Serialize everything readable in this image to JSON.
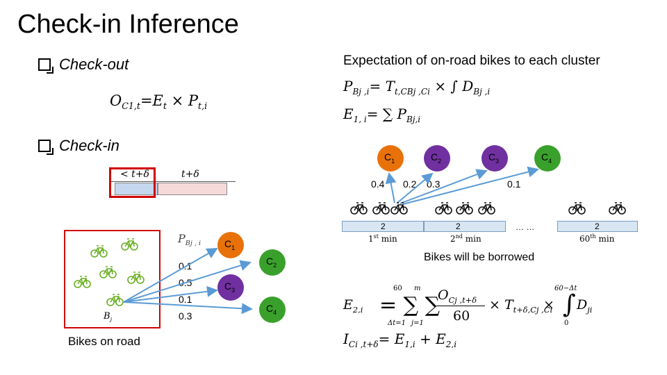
{
  "slide": {
    "title": "Check-in Inference",
    "checkout_label": "Check-out",
    "checkin_label": "Check-in",
    "checkout_formula": {
      "O": "O",
      "O_sub": "C1,t",
      "eq": "=E",
      "E_sub": "t",
      "times": " × P",
      "P_sub": "t,i"
    }
  },
  "expectation": {
    "heading": "Expectation of on-road bikes to each cluster",
    "formula1": "P",
    "formula1_sub": "Bj ,i",
    "formula1_rhs": "= T",
    "formula1_rhs_sub": "t,CBj ,Ci",
    "formula1_tail": " × ∫ D",
    "formula1_tail_sub": "Bj ,i",
    "formula2": "E",
    "formula2_sub": "1,  i",
    "formula2_rhs": "= ∑ P",
    "formula2_rhs_sub": "Bj,i"
  },
  "timeline_small": {
    "label_left": "< t+δ",
    "label_right": "t+δ"
  },
  "clusters_top": {
    "nodes": [
      {
        "label": "C",
        "sub": "1",
        "color": "#e8710a"
      },
      {
        "label": "C",
        "sub": "2",
        "color": "#7030a0"
      },
      {
        "label": "C",
        "sub": "3",
        "color": "#7030a0"
      },
      {
        "label": "C",
        "sub": "4",
        "color": "#3aa02c"
      }
    ],
    "probs": [
      "0.4",
      "0.2",
      "0.3",
      "0.1"
    ]
  },
  "minute_bar": {
    "segments": [
      {
        "count": "2",
        "label": "1",
        "sup": "st",
        "unit": " min"
      },
      {
        "count": "2",
        "label": "2",
        "sup": "nd",
        "unit": " min"
      },
      {
        "count": "2",
        "label": "60",
        "sup": "th",
        "unit": " min"
      }
    ],
    "ellipsis": "… …",
    "caption": "Bikes will be borrowed"
  },
  "road": {
    "bike_label": "B",
    "bike_sub": "j",
    "caption": "Bikes on road",
    "prob_label": "P",
    "prob_sub": "Bj , i",
    "probs": [
      "0.1",
      "0.5",
      "0.1",
      "0.3"
    ],
    "clusters": [
      {
        "label": "C",
        "sub": "1",
        "color": "#e8710a"
      },
      {
        "label": "C",
        "sub": "2",
        "color": "#7030a0"
      },
      {
        "label": "C",
        "sub": "3",
        "color": "#7030a0"
      },
      {
        "label": "C",
        "sub": "4",
        "color": "#3aa02c"
      }
    ]
  },
  "bottom_formulas": {
    "e2_lhs": "E",
    "e2_lhs_sub": "2,i",
    "e2_rhs": "= ∑ ∑",
    "e2_sum1_top": "60",
    "e2_sum1_bottom": "Δt=1",
    "e2_sum2_top": "m",
    "e2_sum2_bottom": "j=1",
    "e2_num": "O",
    "e2_num_sub": "Cj ,t+δ",
    "e2_den": "60",
    "e2_times": "× T",
    "e2_times_sub": "t+δ,Cj ,Ci",
    "e2_times2": "×",
    "e2_int_top": "60−Δt",
    "e2_int_bottom": "0",
    "e2_D": "D",
    "e2_D_sub": "ji",
    "i_lhs": "I",
    "i_lhs_sub": "Ci ,t+δ",
    "i_rhs": "= E",
    "i_rhs_sub": "1,i",
    "i_plus": " + E",
    "i_plus_sub": "2,i"
  }
}
